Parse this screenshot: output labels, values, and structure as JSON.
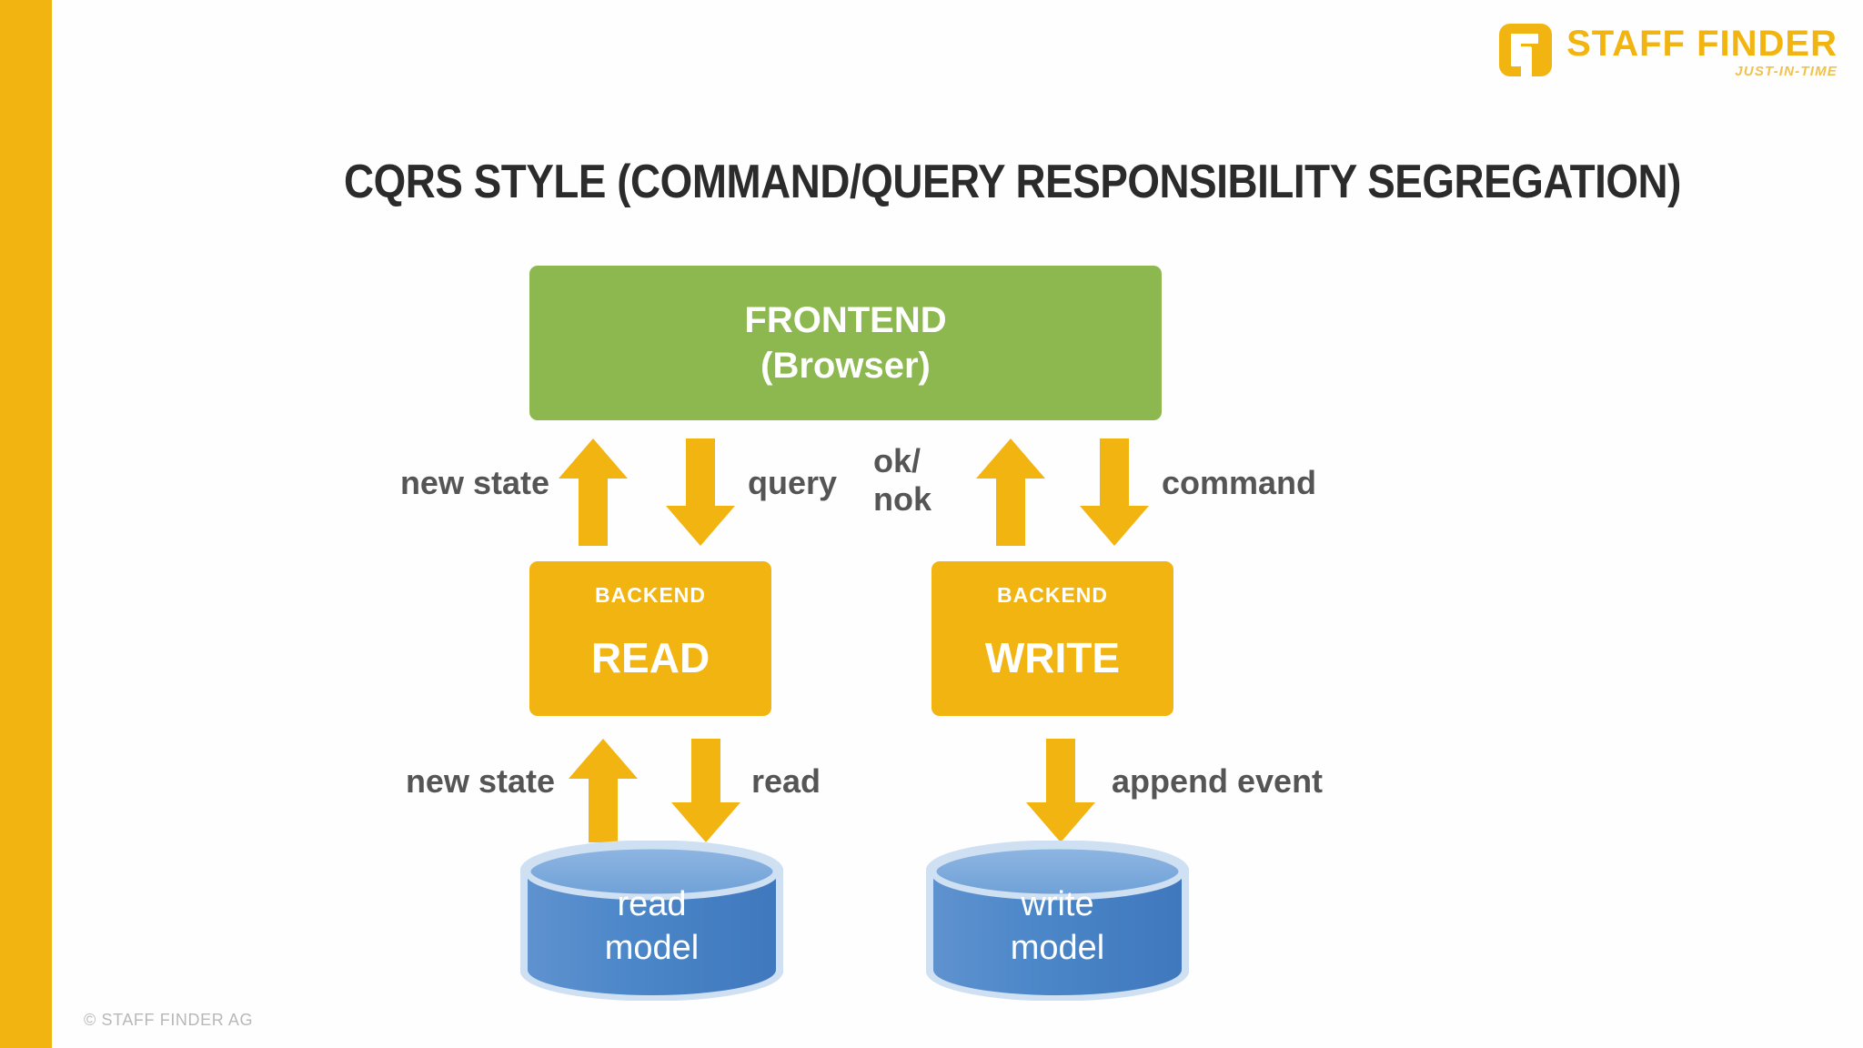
{
  "slide": {
    "title": "CQRS STYLE (COMMAND/QUERY RESPONSIBILITY SEGREGATION)",
    "footer_copyright": "© STAFF FINDER AG",
    "accent_color": "#f2b411",
    "background_color": "#ffffff"
  },
  "logo": {
    "wordmark": "STAFF FINDER",
    "tagline": "JUST-IN-TIME",
    "color": "#f2b411"
  },
  "diagram": {
    "frontend": {
      "line1": "FRONTEND",
      "line2": "(Browser)",
      "color": "#8cb84f"
    },
    "backend_read": {
      "kicker": "BACKEND",
      "name": "READ",
      "color": "#f2b411"
    },
    "backend_write": {
      "kicker": "BACKEND",
      "name": "WRITE",
      "color": "#f2b411"
    },
    "store_read": {
      "line1": "read",
      "line2": "model",
      "color": "#4a86c8"
    },
    "store_write": {
      "line1": "write",
      "line2": "model",
      "color": "#4a86c8"
    },
    "flows": [
      {
        "id": "new-state-up-read",
        "label": "new state",
        "direction": "up",
        "color": "#f2b411"
      },
      {
        "id": "query-down",
        "label": "query",
        "direction": "down",
        "color": "#f2b411"
      },
      {
        "id": "ok-nok-up",
        "label": "ok/\nnok",
        "direction": "up",
        "color": "#f2b411"
      },
      {
        "id": "command-down",
        "label": "command",
        "direction": "down",
        "color": "#f2b411"
      },
      {
        "id": "new-state-up-store",
        "label": "new state",
        "direction": "up",
        "color": "#f2b411"
      },
      {
        "id": "read-down",
        "label": "read",
        "direction": "down",
        "color": "#f2b411"
      },
      {
        "id": "append-event-down",
        "label": "append event",
        "direction": "down",
        "color": "#f2b411"
      }
    ],
    "label_color": "#555555"
  }
}
